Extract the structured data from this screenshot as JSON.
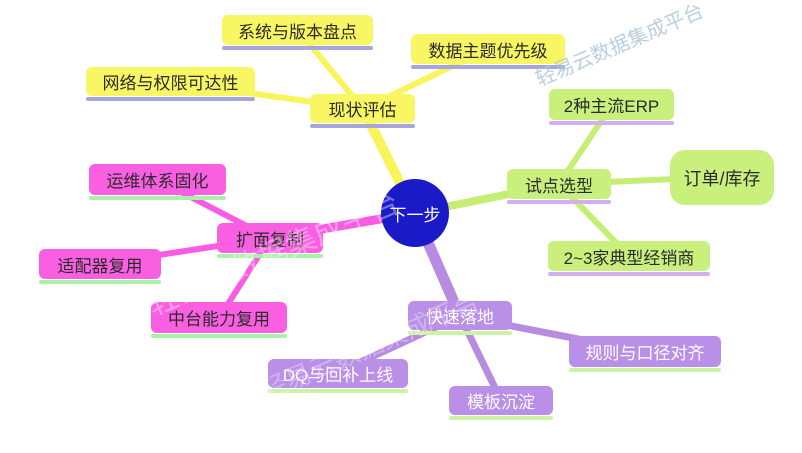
{
  "root": {
    "label": "下一步",
    "color": "#1A1AC9",
    "text_color": "#FFFFFF"
  },
  "branches": [
    {
      "id": "status-assessment",
      "label": "现状评估",
      "node_color": "#F8F763",
      "underline_color": "#A6A6DC",
      "children": [
        {
          "label": "系统与版本盘点"
        },
        {
          "label": "数据主题优先级"
        },
        {
          "label": "网络与权限可达性"
        }
      ]
    },
    {
      "id": "pilot-selection",
      "label": "试点选型",
      "node_color": "#C9EF7D",
      "underline_color": "#D5AEF2",
      "children": [
        {
          "label": "2种主流ERP"
        },
        {
          "label": "订单/库存"
        },
        {
          "label": "2~3家典型经销商"
        }
      ]
    },
    {
      "id": "scale-replication",
      "label": "扩面复制",
      "node_color": "#FA5FE2",
      "underline_color": "#A9F0A9",
      "children": [
        {
          "label": "运维体系固化"
        },
        {
          "label": "适配器复用"
        },
        {
          "label": "中台能力复用"
        }
      ]
    },
    {
      "id": "rapid-landing",
      "label": "快速落地",
      "node_color": "#B98FE8",
      "underline_color": "#CBF3A3",
      "children": [
        {
          "label": "DQ与回补上线"
        },
        {
          "label": "模板沉淀"
        },
        {
          "label": "规则与口径对齐"
        }
      ]
    }
  ],
  "watermark": {
    "text": "轻易云数据集成平台",
    "color": "#AEC6D8"
  }
}
